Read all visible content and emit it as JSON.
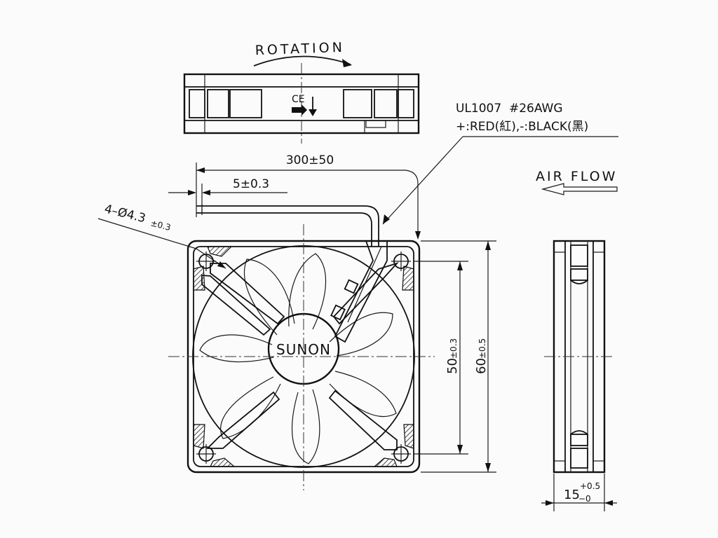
{
  "labels": {
    "rotation": "ROTATION",
    "airflow": "AIR FLOW",
    "brand": "SUNON",
    "ce_mark": "CE",
    "wire_spec": "UL1007  #26AWG",
    "wire_colors": "+:RED(紅),-:BLACK(黑)",
    "hole_spec_main": "4–Ø4.3",
    "hole_spec_tol": "±0.3"
  },
  "dimensions": {
    "lead_length": "300±50",
    "strip_length": "5±0.3",
    "hole_pitch_main": "50",
    "hole_pitch_tol": "±0.3",
    "frame_size_main": "60",
    "frame_size_tol": "±0.5",
    "thickness_main": "15",
    "thickness_tol_plus": "+0.5",
    "thickness_tol_minus": "−0"
  }
}
